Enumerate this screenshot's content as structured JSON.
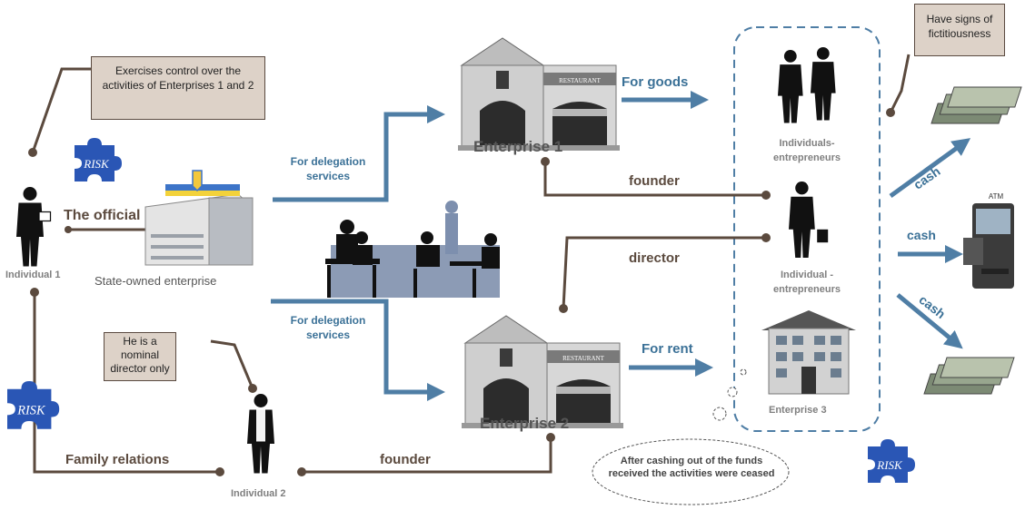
{
  "notes": {
    "control": "Exercises control over the activities of Enterprises 1 and 2",
    "fictitious": "Have signs of fictitiousness",
    "nominal": "He is a nominal director only",
    "cloud": "After cashing out of the funds received the activities were ceased"
  },
  "labels": {
    "official": "The official",
    "individual1": "Individual 1",
    "individual2": "Individual 2",
    "state_enterprise": "State-owned enterprise",
    "enterprise1": "Enterprise 1",
    "enterprise2": "Enterprise 2",
    "enterprise3": "Enterprise 3",
    "individuals_entrepreneurs": "Individuals-entrepreneurs",
    "individual_entrepreneurs": "Individual - entrepreneurs",
    "restaurant": "RESTAURANT",
    "atm": "ATM"
  },
  "edges": {
    "deleg_top": "For delegation services",
    "deleg_bottom": "For delegation services",
    "for_goods": "For goods",
    "for_rent": "For rent",
    "founder_top": "founder",
    "founder_bottom": "founder",
    "director": "director",
    "family": "Family relations",
    "cash1": "cash",
    "cash2": "cash",
    "cash3": "cash"
  },
  "risk": [
    "RISK",
    "RISK",
    "RISK"
  ],
  "colors": {
    "arrow_blue": "#4f7ea5",
    "connector_brown": "#5b4a3e",
    "note_fill": "#ddd2c8",
    "risk_blue": "#2a56b5",
    "dash_border": "#4f7ea5"
  }
}
